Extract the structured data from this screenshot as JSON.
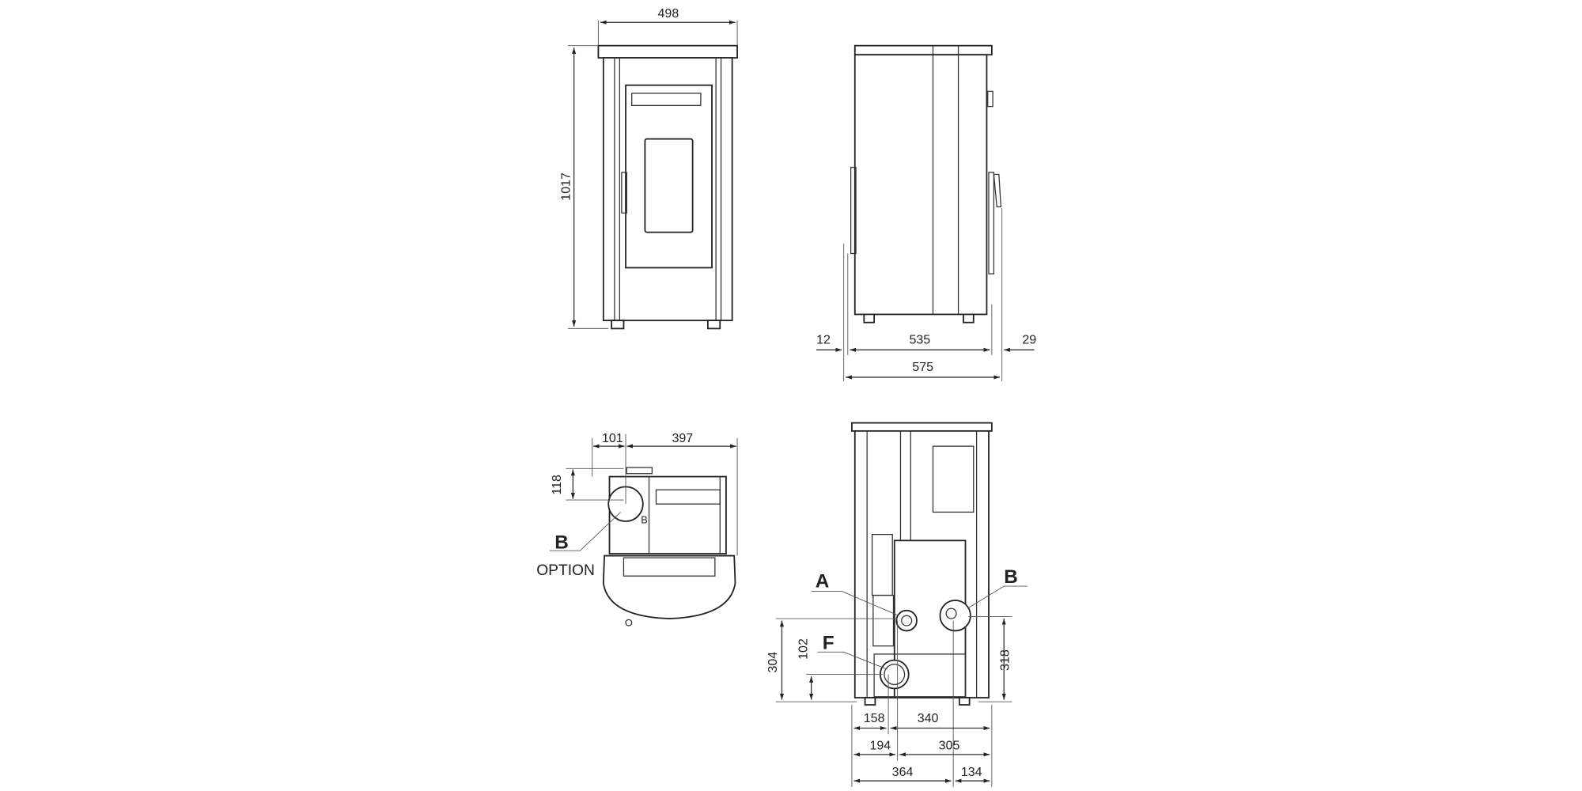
{
  "front_view": {
    "width": "498",
    "height": "1017"
  },
  "side_view": {
    "front_offset": "12",
    "depth": "535",
    "rear_offset": "29",
    "total_depth": "575"
  },
  "top_view": {
    "offset_left": "101",
    "offset_right": "397",
    "offset_top": "118",
    "label_b": "B",
    "small_b": "B",
    "option": "OPTION"
  },
  "rear_view": {
    "label_a": "A",
    "label_b": "B",
    "label_f": "F",
    "height_a": "304",
    "height_f": "102",
    "height_b": "318",
    "x_158": "158",
    "x_340": "340",
    "x_194": "194",
    "x_305": "305",
    "x_364": "364",
    "x_134": "134"
  }
}
